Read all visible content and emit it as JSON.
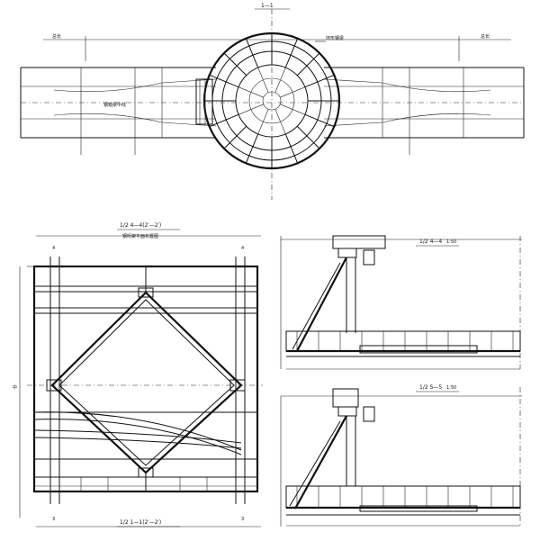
{
  "views": {
    "top_section_mark": "1—1",
    "plan_left_label": "总长",
    "plan_right_label": "总长",
    "plan_left_callout": "钢箱梁中线",
    "plan_ring_callout": "环形钢梁",
    "bottom_left_title": "1/2 4—4(2′—2′)",
    "bottom_left_subtitle": "钢桁架平面布置图",
    "bottom_left_footer": "1/2 1—1(2′—2′)",
    "right_upper_title": "1/2 4—4",
    "right_upper_scale": "1:50",
    "right_lower_title": "1/2 5—5",
    "right_lower_scale": "1:50"
  },
  "grid_marks": {
    "row_a": "4",
    "row_b": "3",
    "axis": "中"
  }
}
